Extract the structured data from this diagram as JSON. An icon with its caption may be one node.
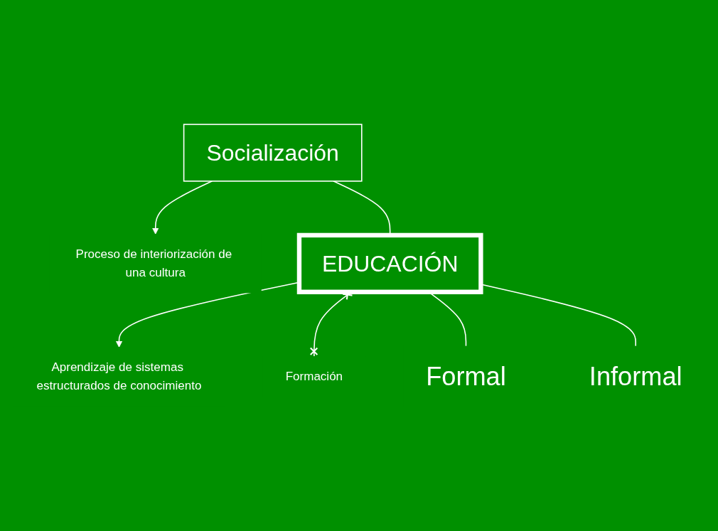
{
  "diagram": {
    "nodes": [
      {
        "text": [
          "Socialización"
        ]
      },
      {
        "text": [
          "Proceso de interiorización de una cultura"
        ]
      },
      {
        "text": [
          "EDUCACIÓN"
        ]
      },
      {
        "text": [
          "Aprendizaje de sistemas estructurados de conocimiento"
        ]
      },
      {
        "text": [
          "Formación"
        ]
      },
      {
        "text": [
          "Formal"
        ]
      },
      {
        "text": [
          "Informal"
        ]
      }
    ],
    "edges": [
      {
        "from": 0,
        "to": 1,
        "arrow": "to"
      },
      {
        "from": 0,
        "to": 2,
        "arrow": "none"
      },
      {
        "from": 2,
        "to": 3,
        "arrow": "to"
      },
      {
        "from": 2,
        "to": 4,
        "arrow": "other"
      },
      {
        "from": 2,
        "to": 5,
        "arrow": "none"
      },
      {
        "from": 2,
        "to": 6,
        "arrow": "none"
      }
    ]
  }
}
